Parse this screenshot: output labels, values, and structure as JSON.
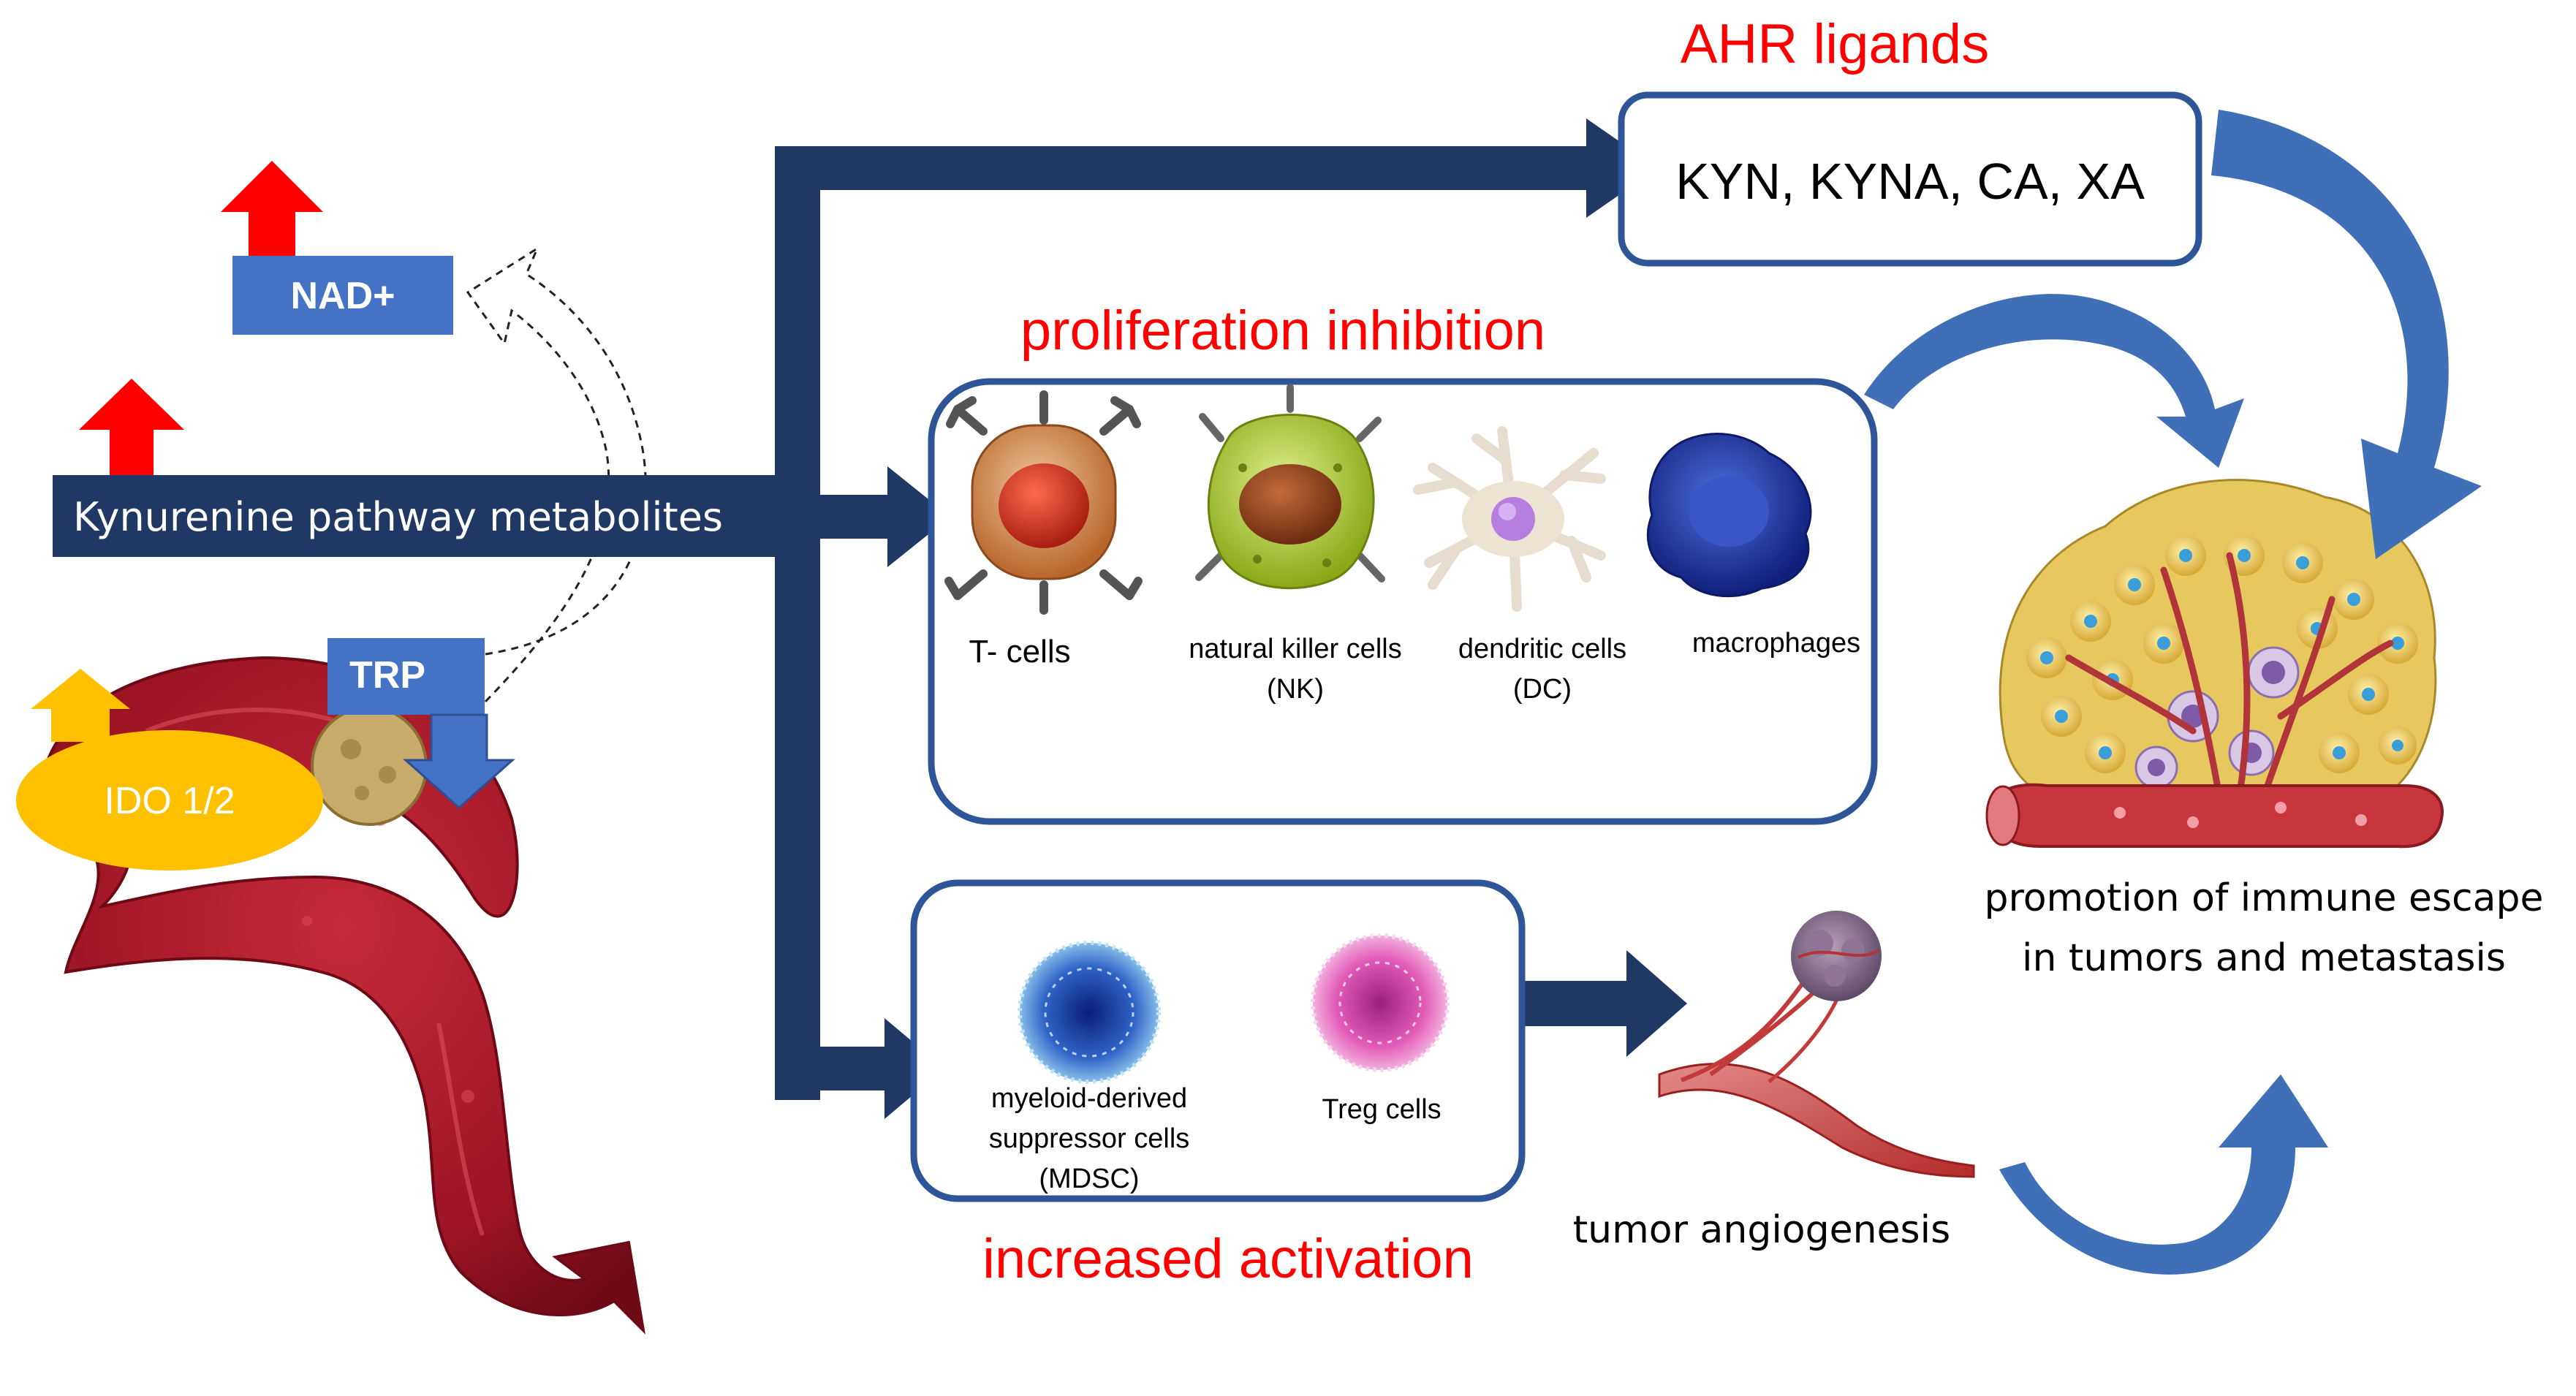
{
  "labels": {
    "nad": "NAD+",
    "kynurenine": "Kynurenine pathway metabolites",
    "trp": "TRP",
    "ido": "IDO 1/2",
    "ahr_title": "AHR ligands",
    "ahr_list": "KYN, KYNA, CA, XA",
    "prolif_title": "proliferation  inhibition",
    "activation_title": "increased activation",
    "tcells": "T- cells",
    "nk_1": "natural killer cells",
    "nk_2": "(NK)",
    "dc_1": "dendritic cells",
    "dc_2": "(DC)",
    "macrophages": "macrophages",
    "mdsc_1": "myeloid-derived",
    "mdsc_2": "suppressor cells",
    "mdsc_3": "(MDSC)",
    "treg": "Treg cells",
    "angio": "tumor angiogenesis",
    "escape_1": "promotion of immune escape",
    "escape_2": "in tumors and metastasis"
  },
  "colors": {
    "navy": "#1f3864",
    "red_label": "#ff0000",
    "blue_box": "#4472c4",
    "curve_blue": "#3f6fb6",
    "ido_yellow": "#ffc000",
    "intestine": "#a3182a"
  }
}
